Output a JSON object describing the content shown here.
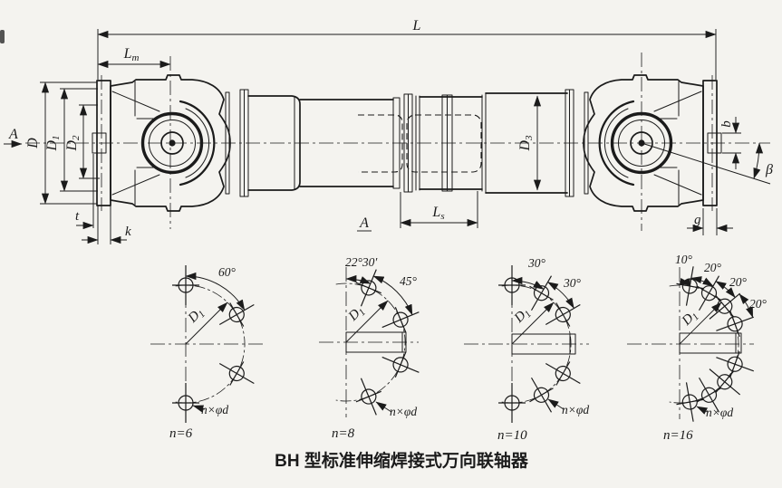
{
  "colors": {
    "bg": "#f4f3ef",
    "ink": "#1b1b1b"
  },
  "caption": "BH 型标准伸缩焊接式万向联轴器",
  "side_view": {
    "section_arrow_label": "A",
    "section_cut_label": "A",
    "dims": {
      "L": {
        "base": "L",
        "sub": ""
      },
      "Lm": {
        "base": "L",
        "sub": "m"
      },
      "Ls": {
        "base": "L",
        "sub": "s"
      },
      "D": {
        "base": "D",
        "sub": ""
      },
      "D1": {
        "base": "D",
        "sub": "1"
      },
      "D2": {
        "base": "D",
        "sub": "2"
      },
      "D3": {
        "base": "D",
        "sub": "3"
      },
      "b": "b",
      "beta": "β",
      "g": "g",
      "t": "t",
      "k": "k"
    }
  },
  "bolt_patterns": [
    {
      "n_label": "n=6",
      "angles": [
        "60°"
      ],
      "bolt_circle": {
        "base": "D",
        "sub": "1"
      },
      "holes_label": "n×φd"
    },
    {
      "n_label": "n=8",
      "angles": [
        "22°30′",
        "45°"
      ],
      "bolt_circle": {
        "base": "D",
        "sub": "1"
      },
      "holes_label": "n×φd"
    },
    {
      "n_label": "n=10",
      "angles": [
        "30°",
        "30°"
      ],
      "bolt_circle": {
        "base": "D",
        "sub": "1"
      },
      "holes_label": "n×φd"
    },
    {
      "n_label": "n=16",
      "angles": [
        "10°",
        "20°",
        "20°",
        "20°"
      ],
      "bolt_circle": {
        "base": "D",
        "sub": "1"
      },
      "holes_label": "n×φd"
    }
  ]
}
